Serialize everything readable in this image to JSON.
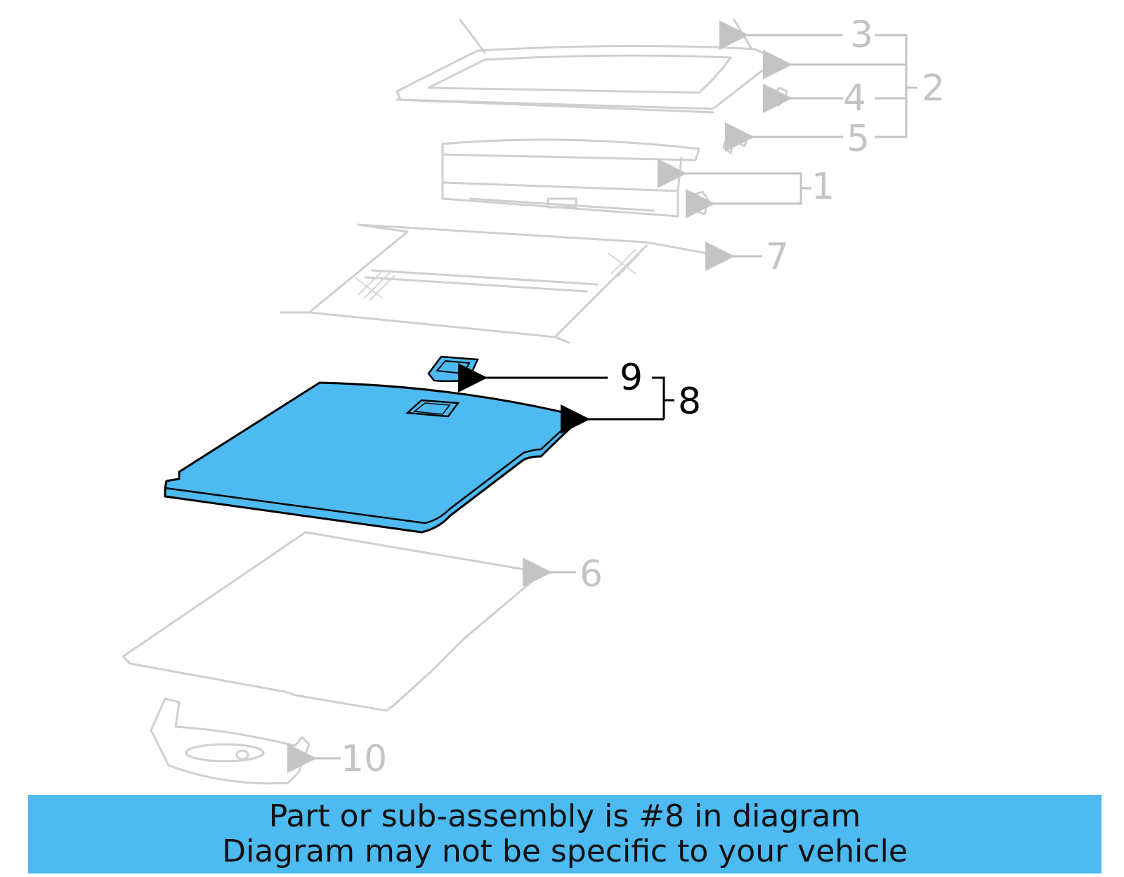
{
  "callouts": {
    "c1": "1",
    "c2": "2",
    "c3": "3",
    "c4": "4",
    "c5": "5",
    "c6": "6",
    "c7": "7",
    "c8": "8",
    "c9": "9",
    "c10": "10"
  },
  "highlight_color": "#4dbaf2",
  "ghost_color": "#cfcfcf",
  "banner": {
    "line1": "Part or sub-assembly is #8 in diagram",
    "line2": "Diagram may not be specific to your vehicle"
  }
}
